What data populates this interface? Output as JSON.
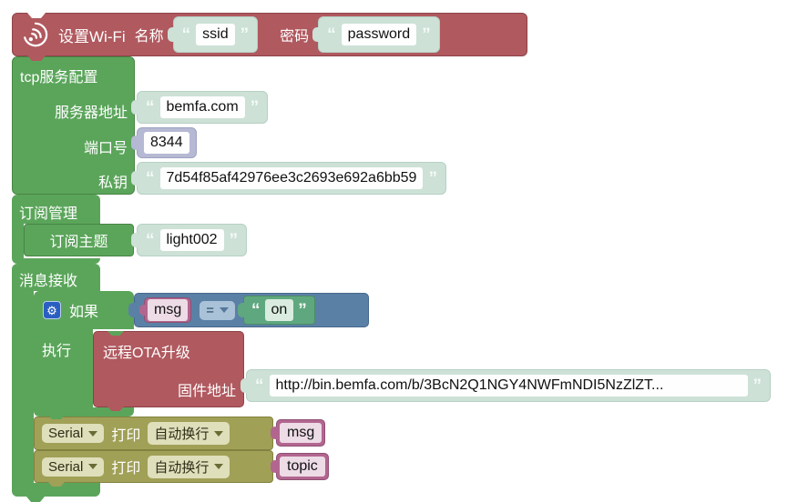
{
  "ui": {
    "open_quote": "“",
    "close_quote": "”"
  },
  "icons": {
    "gear_glyph": "⚙"
  },
  "colors": {
    "block_red": "#b0595f",
    "block_green": "#5ba55b",
    "block_blue": "#5b80a5",
    "block_olive": "#a0a057",
    "block_pink": "#b2668f",
    "string_block": "#cde1d7",
    "number_block": "#b6b9d3",
    "text_string_block": "#5fa87f"
  },
  "wifi_block": {
    "title": "设置Wi-Fi",
    "ssid_label": "名称",
    "ssid_value": "ssid",
    "password_label": "密码",
    "password_value": "password"
  },
  "tcp_block": {
    "title": "tcp服务配置",
    "server_label": "服务器地址",
    "server_value": "bemfa.com",
    "port_label": "端口号",
    "port_value": "8344",
    "key_label": "私钥",
    "key_value": "7d54f85af42976ee3c2693e692a6bb59"
  },
  "subscribe_block": {
    "title": "订阅管理",
    "topic_label": "订阅主题",
    "topic_value": "light002"
  },
  "receive_block": {
    "title": "消息接收"
  },
  "if_block": {
    "if_label": "如果",
    "do_label": "执行",
    "variable": "msg",
    "operator": "=",
    "compare_value": "on"
  },
  "ota_block": {
    "title": "远程OTA升级",
    "firmware_label": "固件地址",
    "firmware_url": "http://bin.bemfa.com/b/3BcN2Q1NGY4NWFmNDI5NzZlZT..."
  },
  "serial_blocks": [
    {
      "port": "Serial",
      "print_label": "打印",
      "mode": "自动换行",
      "value": "msg"
    },
    {
      "port": "Serial",
      "print_label": "打印",
      "mode": "自动换行",
      "value": "topic"
    }
  ]
}
